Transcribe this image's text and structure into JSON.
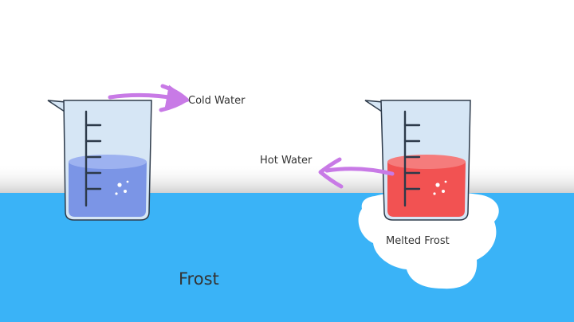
{
  "labels": {
    "cold_water": "Cold Water",
    "hot_water": "Hot Water",
    "melted_frost": "Melted Frost",
    "frost": "Frost"
  },
  "colors": {
    "frost": "#3ab3f7",
    "cold_water": "#7b95e6",
    "hot_water": "#f25252",
    "arrow": "#c87ae6",
    "melted_frost": "#ffffff",
    "beaker_glass": "#d6e6f5",
    "beaker_outline": "#2d3a4a",
    "text": "#333333"
  }
}
